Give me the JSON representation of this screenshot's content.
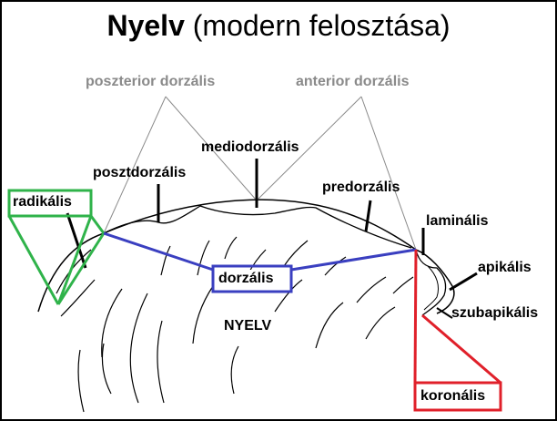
{
  "title": {
    "main": "Nyelv",
    "sub": "(modern felosztása)"
  },
  "labels": {
    "posterior_dorsal": "poszterior dorzális",
    "anterior_dorsal": "anterior dorzális",
    "mediodorsal": "mediodorzális",
    "postdorsal": "posztdorzális",
    "predorsal": "predorzális",
    "radical": "radikális",
    "laminal": "laminális",
    "apical": "apikális",
    "subapical": "szubapikális",
    "dorsal": "dorzális",
    "tongue": "NYELV",
    "coronal": "koronális"
  },
  "colors": {
    "radical_box": "#2fb34a",
    "dorsal_box": "#3a3fc0",
    "coronal_box": "#e0202a",
    "grey_text": "#8a8a8a"
  }
}
